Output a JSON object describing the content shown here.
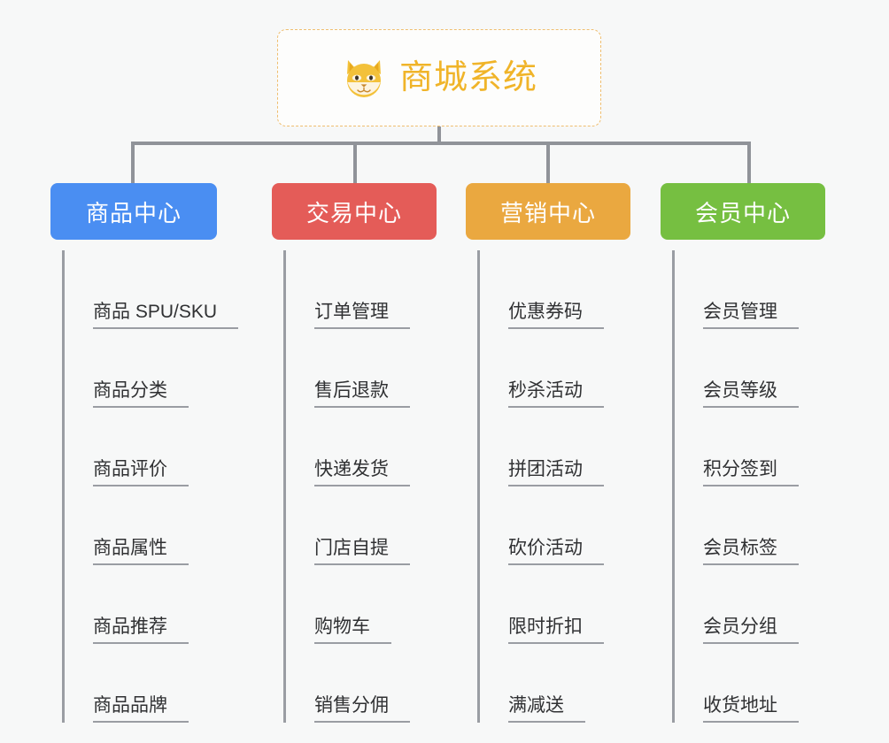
{
  "root": {
    "title": "商城系统",
    "icon": "shiba-dog-emoji",
    "border_color": "#efbe70",
    "text_color": "#f0b429"
  },
  "connector_color": "#909399",
  "columns": [
    {
      "id": "product-center",
      "header": "商品中心",
      "color": "#4a8ef2",
      "items": [
        "商品 SPU/SKU",
        "商品分类",
        "商品评价",
        "商品属性",
        "商品推荐",
        "商品品牌"
      ]
    },
    {
      "id": "trade-center",
      "header": "交易中心",
      "color": "#e45c58",
      "items": [
        "订单管理",
        "售后退款",
        "快递发货",
        "门店自提",
        "购物车",
        "销售分佣"
      ]
    },
    {
      "id": "marketing-center",
      "header": "营销中心",
      "color": "#eaa840",
      "items": [
        "优惠券码",
        "秒杀活动",
        "拼团活动",
        "砍价活动",
        "限时折扣",
        "满减送"
      ]
    },
    {
      "id": "member-center",
      "header": "会员中心",
      "color": "#76bf41",
      "items": [
        "会员管理",
        "会员等级",
        "积分签到",
        "会员标签",
        "会员分组",
        "收货地址"
      ]
    }
  ]
}
